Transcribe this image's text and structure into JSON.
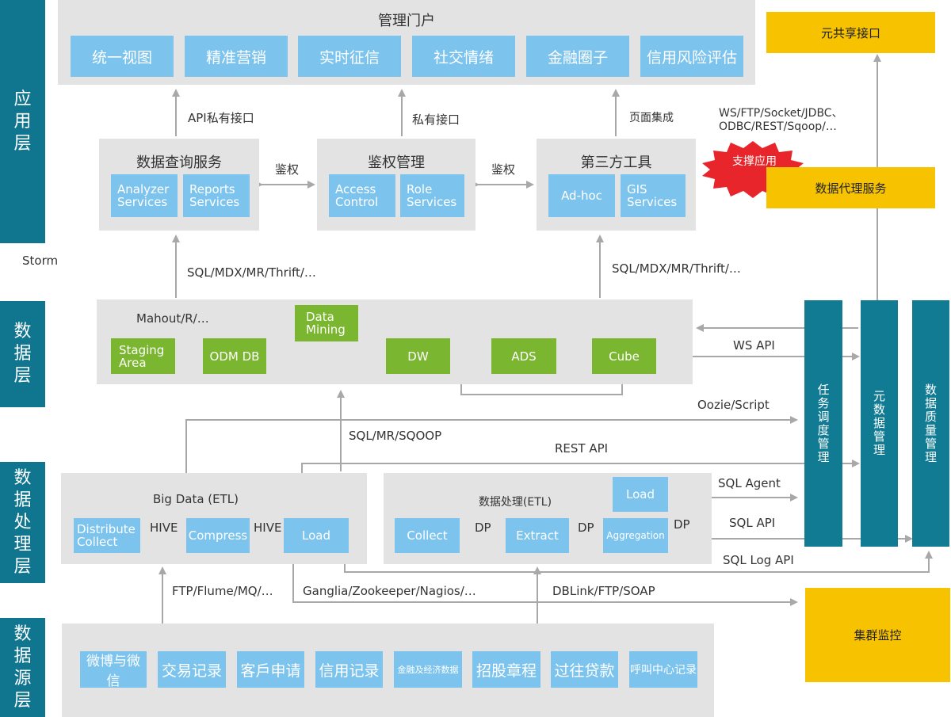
{
  "layers": {
    "app": "应用层",
    "data": "数据层",
    "proc": "数据处理层",
    "src": "数据源层"
  },
  "storm": "Storm",
  "portal": {
    "title": "管理门户",
    "items": [
      "统一视图",
      "精准营销",
      "实时征信",
      "社交情绪",
      "金融圈子",
      "信用风险评估"
    ]
  },
  "arrows_top": {
    "api_private": "API私有接口",
    "private": "私有接口",
    "page_integration": "页面集成"
  },
  "query_service": {
    "title": "数据查询服务",
    "analyzer": "Analyzer Services",
    "reports": "Reports Services"
  },
  "auth": {
    "title": "鉴权管理",
    "access": "Access Control",
    "role": "Role Services"
  },
  "third_party": {
    "title": "第三方工具",
    "adhoc": "Ad-hoc",
    "gis": "GIS Services"
  },
  "auth_label_1": "鉴权",
  "auth_label_2": "鉴权",
  "ws_list": "WS/FTP/Socket/JDBC、ODBC/REST/Sqoop/…",
  "support_app": "支撑应用",
  "meta_interface": "元共享接口",
  "data_proxy": "数据代理服务",
  "sql_mdx_left": "SQL/MDX/MR/Thrift/…",
  "sql_mdx_right": "SQL/MDX/MR/Thrift/…",
  "data_layer": {
    "mahout": "Mahout/R/…",
    "staging": "Staging Area",
    "odm": "ODM DB",
    "mining": "Data Mining",
    "dw": "DW",
    "ads": "ADS",
    "cube": "Cube"
  },
  "ws_api": "WS API",
  "oozie": "Oozie/Script",
  "sql_mr_sqoop": "SQL/MR/SQOOP",
  "rest_api": "REST API",
  "big_data": {
    "title": "Big Data (ETL)",
    "distribute": "Distribute Collect",
    "hive1": "HIVE",
    "compress": "Compress",
    "hive2": "HIVE",
    "load": "Load"
  },
  "etl": {
    "title": "数据处理(ETL)",
    "collect": "Collect",
    "dp1": "DP",
    "extract": "Extract",
    "dp2": "DP",
    "aggregation": "Aggregation",
    "dp3": "DP",
    "load": "Load"
  },
  "sql_agent": "SQL Agent",
  "sql_api": "SQL API",
  "sql_log_api": "SQL Log API",
  "vertical": {
    "schedule": "任务调度管理",
    "meta": "元数据管理",
    "quality": "数据质量管理"
  },
  "cluster_monitor": "集群监控",
  "ftp_flume": "FTP/Flume/MQ/…",
  "ganglia": "Ganglia/Zookeeper/Nagios/…",
  "dblink": "DBLink/FTP/SOAP",
  "sources": [
    "微博与微信",
    "交易记录",
    "客戶申请",
    "信用记录",
    "金融及经济数据",
    "招股章程",
    "过往贷款",
    "呼叫中心记录"
  ]
}
